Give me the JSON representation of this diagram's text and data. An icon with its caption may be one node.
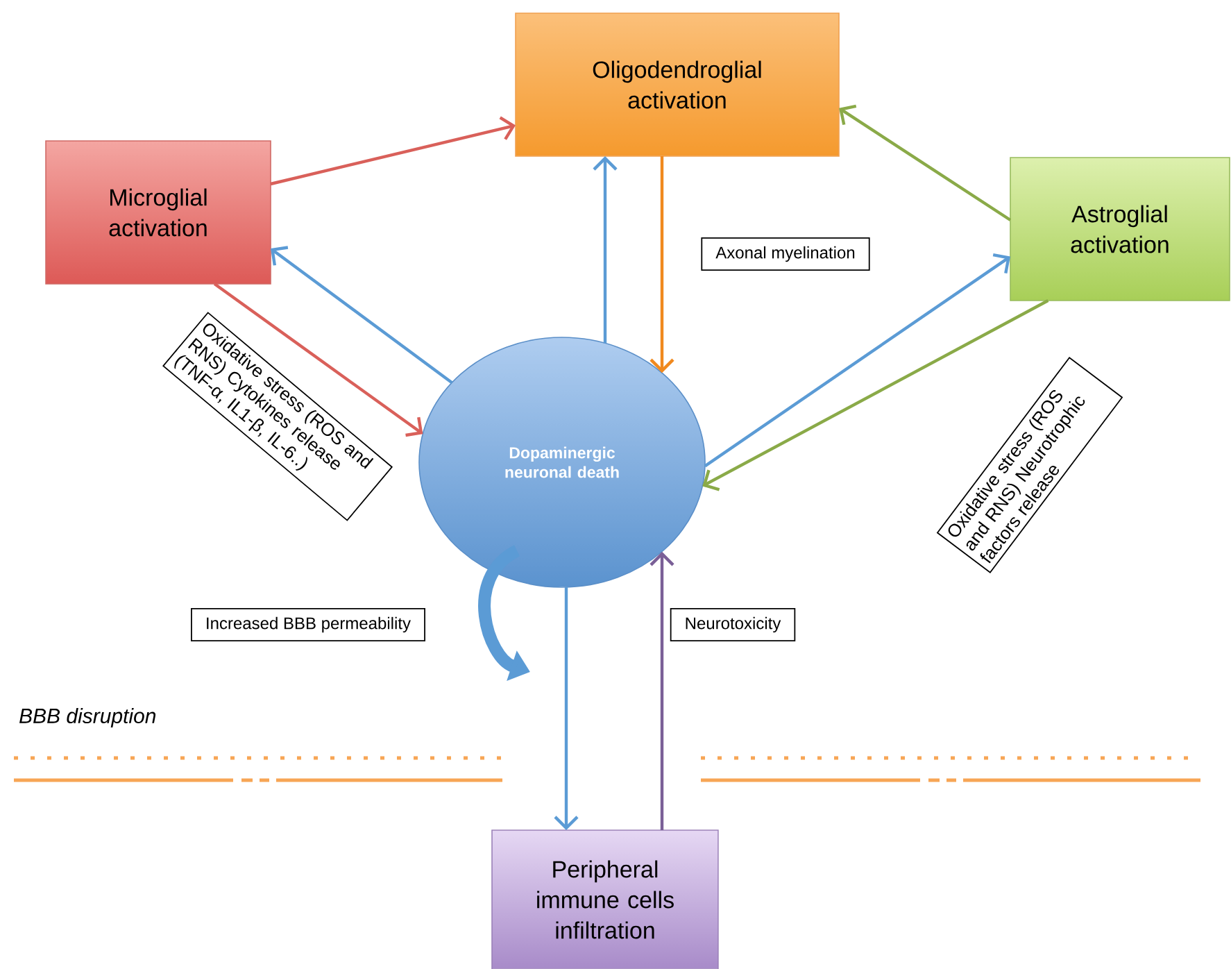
{
  "diagram": {
    "nodes": [
      {
        "text": [
          "Oligodendroglial activation"
        ]
      },
      {
        "text": [
          "Microglial activation"
        ]
      },
      {
        "text": [
          "Astroglial activation"
        ]
      },
      {
        "text": [
          "Dopaminergic neuronal death"
        ]
      },
      {
        "text": [
          "Peripheral immune cells infiltration"
        ]
      }
    ],
    "edges": [
      {
        "from": 1,
        "to": 0,
        "arrow": "to",
        "color": "#d9605a"
      },
      {
        "from": 2,
        "to": 0,
        "arrow": "to",
        "color": "#8aaa48"
      },
      {
        "from": 3,
        "to": 0,
        "arrow": "to"
      },
      {
        "from": 0,
        "to": 3,
        "arrow": "to",
        "color": "#f0891e",
        "label": "Axonal myelination"
      },
      {
        "from": 3,
        "to": 1,
        "arrow": "to"
      },
      {
        "from": 1,
        "to": 3,
        "arrow": "to",
        "color": "#d9605a",
        "label": "Oxidative stress (ROS and RNS) Cytokines release (TNF-α, IL1-β, IL-6..)"
      },
      {
        "from": 3,
        "to": 2,
        "arrow": "to"
      },
      {
        "from": 2,
        "to": 3,
        "arrow": "to",
        "color": "#8aaa48",
        "label": "Oxidative stress (ROS and RNS) Neurotrophic factors release"
      },
      {
        "from": 3,
        "to": 4,
        "arrow": "to"
      },
      {
        "from": 4,
        "to": 3,
        "arrow": "to",
        "color": "#7a5f97",
        "label": "Neurotoxicity"
      },
      {
        "from": 3,
        "to": null,
        "arrow": "to",
        "style": "thick",
        "label": "Increased BBB permeability"
      }
    ],
    "labels": [
      "BBB disruption"
    ]
  }
}
